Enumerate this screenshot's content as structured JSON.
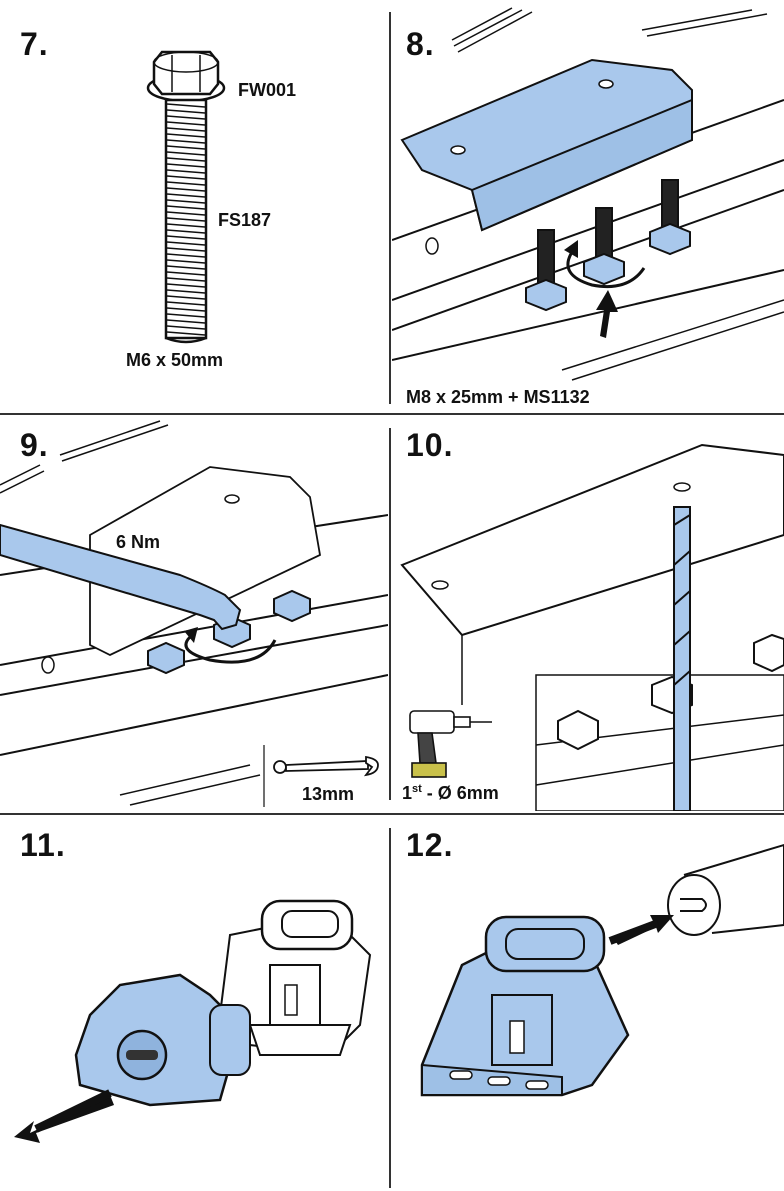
{
  "steps": [
    {
      "number": "7.",
      "labels": {
        "washer": "FW001",
        "screw": "FS187",
        "size": "M6 x 50mm"
      }
    },
    {
      "number": "8.",
      "labels": {
        "parts": "M8 x 25mm + MS1132"
      }
    },
    {
      "number": "9.",
      "labels": {
        "torque": "6 Nm",
        "wrench_size": "13mm"
      }
    },
    {
      "number": "10.",
      "labels": {
        "drill_order": "1",
        "drill_order_suffix": "st",
        "drill_size": " - Ø 6mm"
      }
    },
    {
      "number": "11.",
      "labels": {}
    },
    {
      "number": "12.",
      "labels": {}
    }
  ],
  "colors": {
    "part_fill": "#a9c8ec",
    "line": "#111111",
    "background": "#ffffff"
  }
}
